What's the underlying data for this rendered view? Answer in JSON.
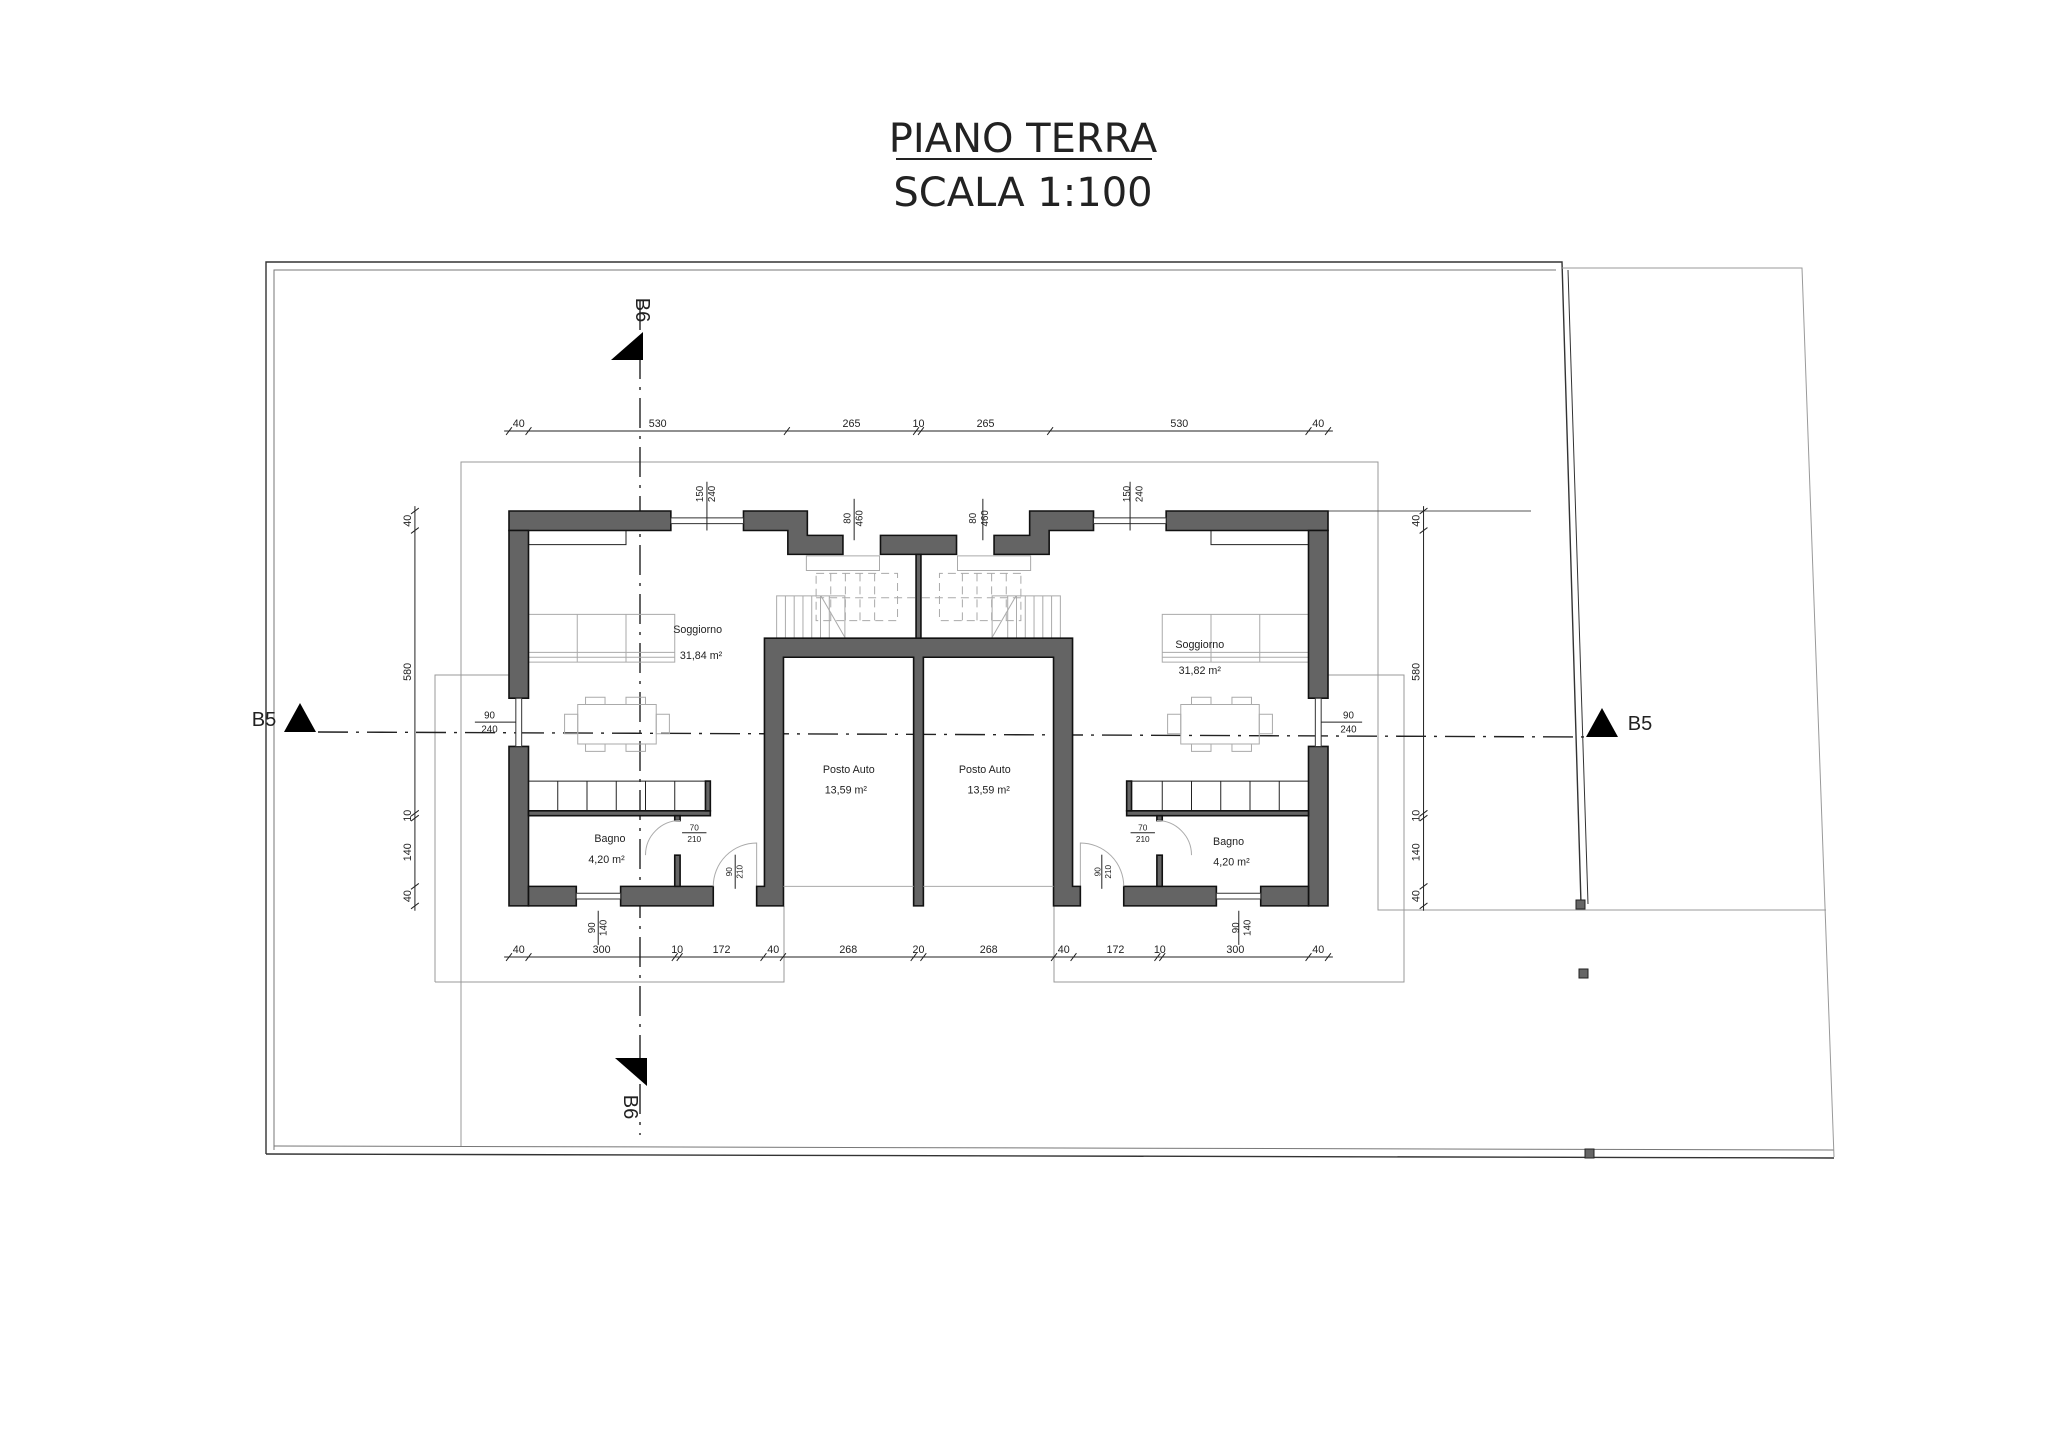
{
  "title": "PIANO TERRA",
  "subtitle": "SCALA 1:100",
  "sections": {
    "b5": "B5",
    "b6": "B6"
  },
  "rooms": {
    "living_left": {
      "name": "Soggiorno",
      "area": "31,84 m²"
    },
    "living_right": {
      "name": "Soggiorno",
      "area": "31,82 m²"
    },
    "parking_left": {
      "name": "Posto Auto",
      "area": "13,59 m²"
    },
    "parking_right": {
      "name": "Posto Auto",
      "area": "13,59 m²"
    },
    "bath_left": {
      "name": "Bagno",
      "area": "4,20 m²"
    },
    "bath_right": {
      "name": "Bagno",
      "area": "4,20 m²"
    }
  },
  "dimensions": {
    "top": [
      "40",
      "530",
      "265",
      "10",
      "265",
      "530",
      "40"
    ],
    "bottom": [
      "40",
      "300",
      "10",
      "172",
      "40",
      "268",
      "20",
      "268",
      "40",
      "172",
      "10",
      "300",
      "40"
    ],
    "left": [
      "40",
      "580",
      "10",
      "140",
      "40"
    ],
    "right": [
      "40",
      "580",
      "10",
      "140",
      "40"
    ]
  },
  "openings": {
    "top_window": {
      "w": "150",
      "h": "240"
    },
    "stair_opening": {
      "w": "80",
      "h": "460"
    },
    "side_window": {
      "w": "90",
      "h": "240"
    },
    "bottom_window": {
      "w": "90",
      "h": "140"
    },
    "bath_door": {
      "w": "70",
      "h": "210"
    },
    "entrance_door": {
      "w": "90",
      "h": "210"
    }
  },
  "colors": {
    "wall": "#646464",
    "line": "#222222"
  }
}
